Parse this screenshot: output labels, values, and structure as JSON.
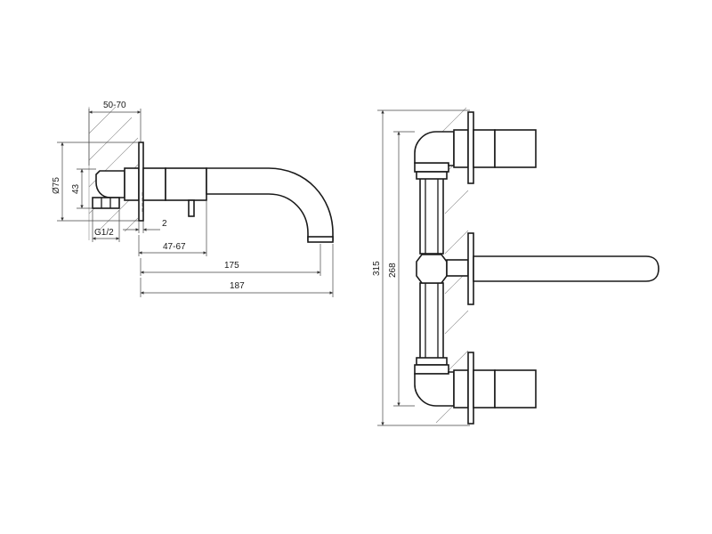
{
  "side_view": {
    "dim_wall_depth": "50-70",
    "dim_rosette_dia": "Ø75",
    "dim_height": "43",
    "dim_thread": "G1/2",
    "dim_rosette_gap": "2",
    "dim_handle_offset": "47-67",
    "dim_spout_reach": "175",
    "dim_total_reach": "187"
  },
  "front_view": {
    "dim_total_height": "315",
    "dim_handle_spacing": "268"
  }
}
